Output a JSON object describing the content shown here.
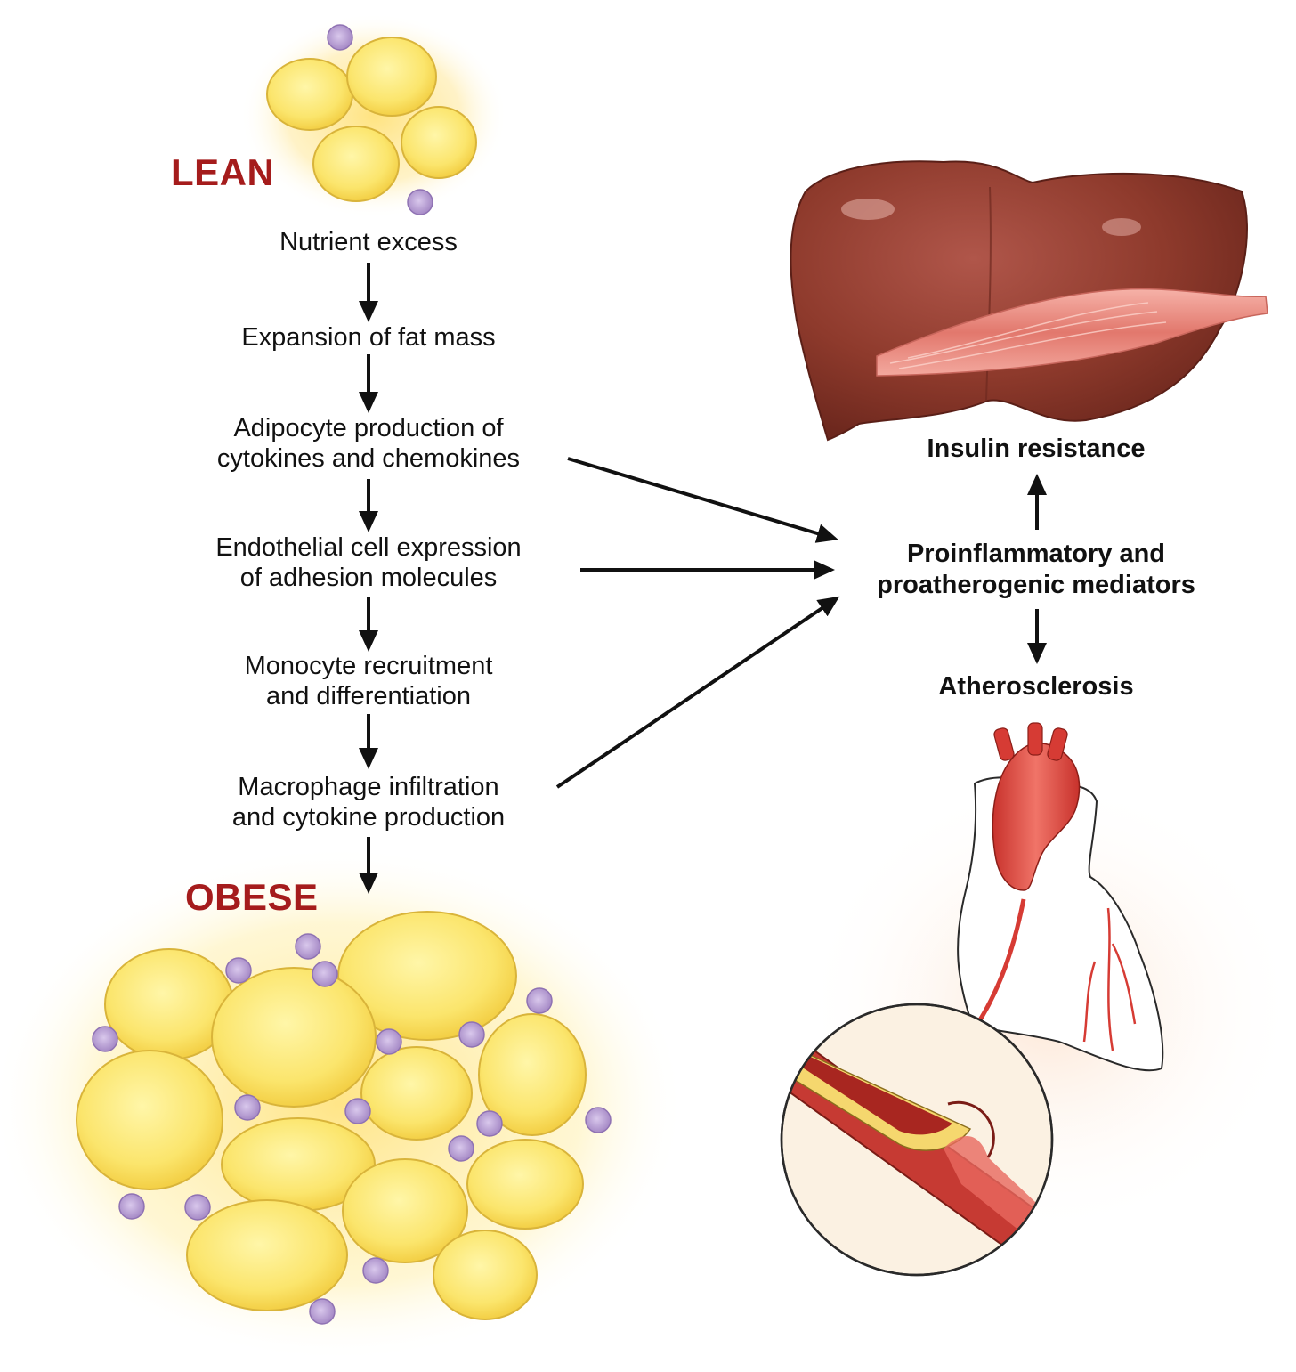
{
  "labels": {
    "lean": "LEAN",
    "obese": "OBESE"
  },
  "steps": [
    {
      "line1": "Nutrient excess",
      "line2": ""
    },
    {
      "line1": "Expansion of fat mass",
      "line2": ""
    },
    {
      "line1": "Adipocyte production of",
      "line2": "cytokines and chemokines"
    },
    {
      "line1": "Endothelial cell expression",
      "line2": "of adhesion molecules"
    },
    {
      "line1": "Monocyte recruitment",
      "line2": "and differentiation"
    },
    {
      "line1": "Macrophage infiltration",
      "line2": "and cytokine production"
    }
  ],
  "outcomes": {
    "insulin_resistance": "Insulin resistance",
    "mediators_line1": "Proinflammatory and",
    "mediators_line2": "proatherogenic mediators",
    "atherosclerosis": "Atherosclerosis"
  },
  "colors": {
    "label_red": "#a51c1c",
    "fat_yellow": "#f7e56a",
    "macrophage_purple": "#b49ad0",
    "liver": "#8e3a2c",
    "artery_red": "#d63b34"
  }
}
